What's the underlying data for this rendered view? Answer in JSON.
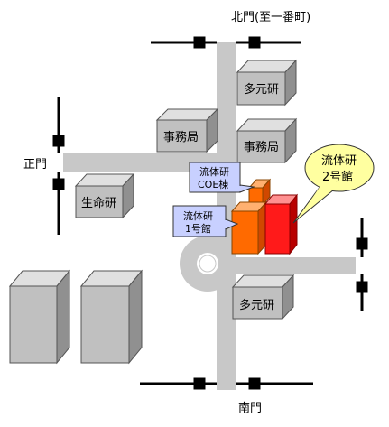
{
  "gates": {
    "north": "北門(至一番町)",
    "main": "正門",
    "south": "南門"
  },
  "buildings": {
    "tagen_top": "多元研",
    "jimu_left": "事務局",
    "jimu_right": "事務局",
    "seimei": "生命研",
    "tagen_bottom": "多元研"
  },
  "callouts": {
    "coe_line1": "流体研",
    "coe_line2": "COE棟",
    "bldg1_line1": "流体研",
    "bldg1_line2": "1号館",
    "bldg2_line1": "流体研",
    "bldg2_line2": "2号館"
  },
  "colors": {
    "road": "#c8c8c8",
    "building_front": "#c0c0c0",
    "building_top": "#e0e0e0",
    "building_side": "#909090",
    "orange": "#ff6a00",
    "red": "#ff1a1a",
    "callout_blue": "#c8d0ff",
    "callout_yellow": "#ffffa0",
    "barrier": "#000000"
  }
}
